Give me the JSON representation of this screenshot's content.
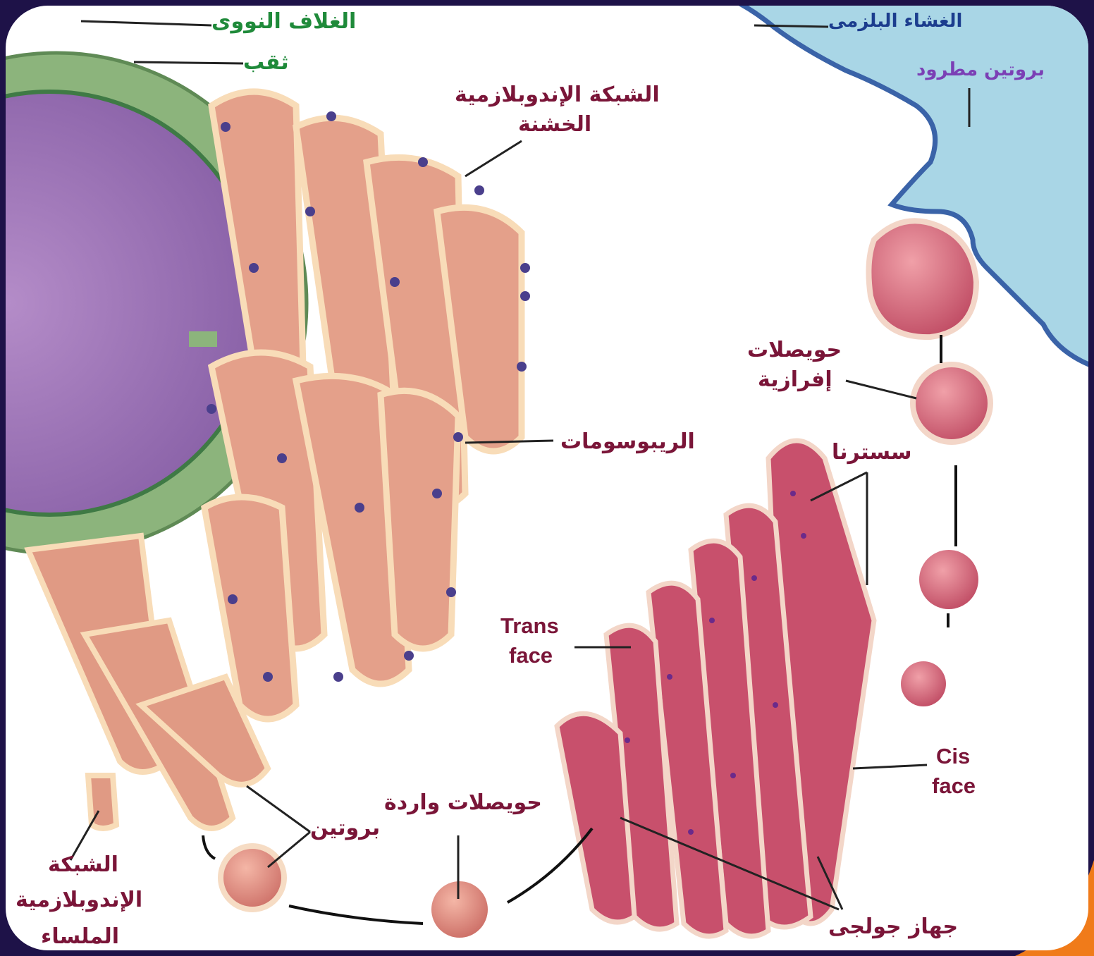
{
  "labels": {
    "nuclear_envelope": "الغلاف النووى",
    "pore": "ثقب",
    "plasma_membrane": "الغشاء البلزمى",
    "secreted_protein": "بروتين مطرود",
    "rough_er_line1": "الشبكة الإندوبلازمية",
    "rough_er_line2": "الخشنة",
    "ribosomes": "الريبوسومات",
    "secretory_vesicles_line1": "حويصلات",
    "secretory_vesicles_line2": "إفرازية",
    "cisternae": "سسترنا",
    "trans_face_line1": "Trans",
    "trans_face_line2": "face",
    "cis_face_line1": "Cis",
    "cis_face_line2": "face",
    "incoming_vesicles": "حويصلات واردة",
    "protein": "بروتين",
    "smooth_er_line1": "الشبكة",
    "smooth_er_line2": "الإندوبلازمية",
    "smooth_er_line3": "الملساء",
    "golgi_apparatus": "جهاز جولجى"
  },
  "colors": {
    "nucleus": "#9a72b4",
    "nuclear_envelope": "#8cb47c",
    "er": "#e4a08a",
    "er_rim": "#f8dcb8",
    "ribosome": "#4a3f8c",
    "golgi": "#c8506c",
    "extracellular": "#a9d6e6",
    "membrane": "#3a63a8",
    "frame": "#1e1248",
    "label_maroon": "#7a1538",
    "label_green": "#1f8a3a",
    "label_blue": "#1c3d8e",
    "label_purple": "#7b3fb5",
    "corner_accent": "#f07b1a"
  }
}
